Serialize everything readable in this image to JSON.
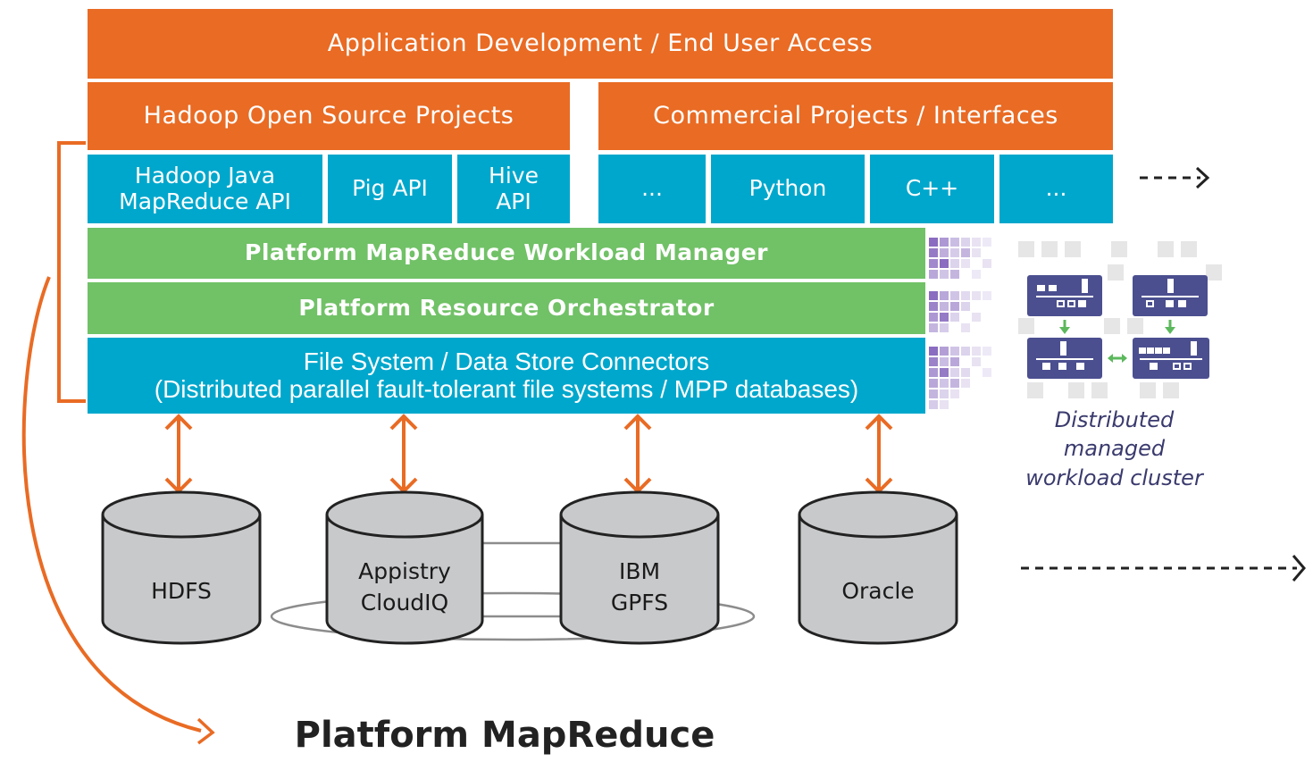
{
  "title": "Platform MapReduce",
  "row_top": {
    "label": "Application Development / End User Access"
  },
  "row_projects": {
    "open_source": "Hadoop Open Source Projects",
    "commercial": "Commercial Projects / Interfaces"
  },
  "apis": {
    "hadoop_java": "Hadoop Java\nMapReduce API",
    "pig": "Pig API",
    "hive": "Hive\nAPI",
    "ellipsis_1": "...",
    "python": "Python",
    "cpp": "C++",
    "ellipsis_2": "..."
  },
  "layers": {
    "workload_manager": "Platform MapReduce Workload Manager",
    "resource_orchestrator": "Platform Resource Orchestrator",
    "connectors": "File System / Data Store Connectors\n(Distributed parallel fault-tolerant file systems / MPP databases)"
  },
  "stores": {
    "hdfs": "HDFS",
    "appistry": "Appistry\nCloudIQ",
    "ibm_gpfs": "IBM\nGPFS",
    "oracle": "Oracle"
  },
  "cluster_caption": "Distributed\nmanaged\nworkload cluster",
  "colors": {
    "orange": "#e96b24",
    "teal": "#00a7cc",
    "green": "#71c167",
    "cylinder": "#c8c9cb",
    "cluster_node": "#4b4f8f"
  }
}
